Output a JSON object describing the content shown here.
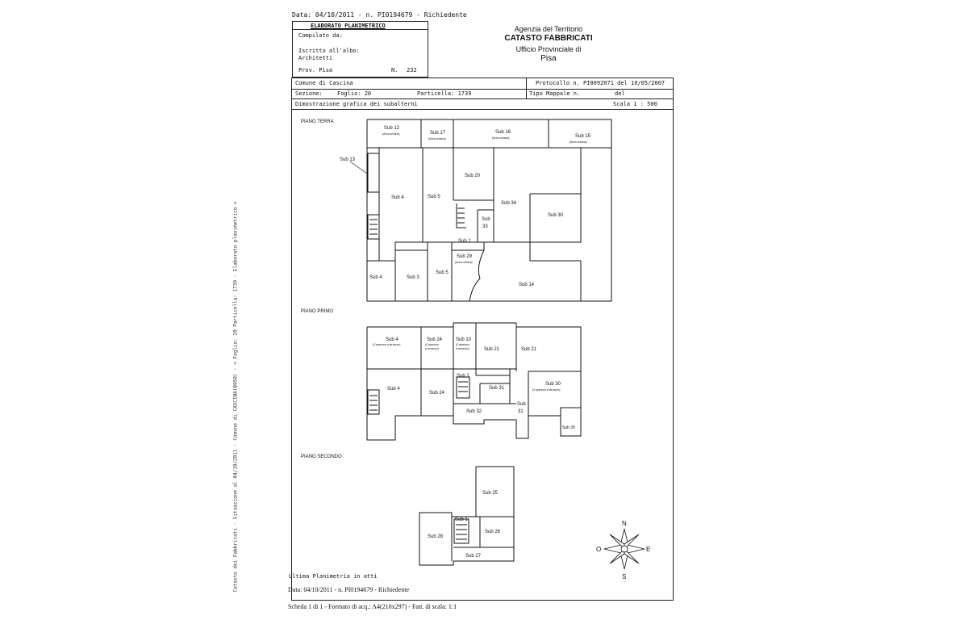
{
  "header": {
    "top_line": "Data: 04/10/2011 -  n. PI0194679 - Richiedente"
  },
  "left_box": {
    "title": "ELABORATO PLANIMETRICO",
    "compiled_by": "Compilato da:",
    "registered": "Iscritto all'albo:",
    "profession": "Architetti",
    "prov": "Prov. Pisa",
    "n_label": "N.",
    "n_value": "232"
  },
  "agency": {
    "line1": "Agenzia del Territorio",
    "line2": "CATASTO FABBRICATI",
    "line3": "Ufficio Provinciale di",
    "line4": "Pisa"
  },
  "info": {
    "comune": "Comune di Cascina",
    "protocollo": "Protocollo n. PI0092071 del 10/05/2007",
    "sezione": "Sezione:",
    "foglio": "Foglio: 20",
    "particella": "Particella: 1739",
    "tipo_mappale": "Tipo Mappale n.",
    "del": "del",
    "dimostrazione": "Dimostrazione grafica dei subalterni",
    "scala": "Scala 1 : 500"
  },
  "floors": {
    "terra": "PIANO TERRA",
    "primo": "PIANO PRIMO",
    "secondo": "PIANO SECONDO"
  },
  "side_text": "Catasto dei Fabbricati - Situazione al 04/10/2011 - Comune di CASCINA(B950) - < Foglio: 20 Particella: 1739 - Elaborato planimetrico >",
  "labels_terra": {
    "sub12": "Sub 12",
    "sub12_note": "(Area urbana)",
    "sub17": "Sub 17",
    "sub17_note": "(Area urbana)",
    "sub16": "Sub 16",
    "sub16_note": "(Area urbana)",
    "sub15": "Sub 15",
    "sub15_note": "(Area urbana)",
    "sub13": "Sub 13",
    "sub4a": "Sub 4",
    "sub5a": "Sub 5",
    "sub20": "Sub 20",
    "sub34": "Sub 34",
    "sub30": "Sub 30",
    "sub33a": "Sub",
    "sub33b": "33",
    "sub1": "Sub 1",
    "sub29": "Sub 29",
    "sub29_note": "(Area urbana)",
    "sub4b": "Sub 4",
    "sub3": "Sub 3",
    "sub5b": "Sub 5",
    "sub14": "Sub 14"
  },
  "labels_primo": {
    "sub4a": "Sub 4",
    "sub4a_note": "(Copertura a terrazzo)",
    "sub24a": "Sub 24",
    "sub24a_note1": "(Copertura",
    "sub24a_note2": "a terrazzo)",
    "sub10": "Sub 10",
    "sub10_note1": "(Copertura",
    "sub10_note2": "a terrazzo)",
    "sub21a": "Sub 21",
    "sub21b": "Sub 21",
    "sub4b": "Sub 4",
    "sub24b": "Sub 24",
    "sub1": "Sub 1",
    "sub31a": "Sub 31",
    "sub30a": "Sub 30",
    "sub30a_note": "(Copertura a terrazzo)",
    "sub32": "Sub 32",
    "sub31b": "Sub",
    "sub31b_n": "31",
    "sub30b": "Sub 30"
  },
  "labels_secondo": {
    "sub25": "Sub 25",
    "sub1": "Sub 1",
    "sub28": "Sub 28",
    "sub26": "Sub 26",
    "sub27": "Sub 27"
  },
  "compass": {
    "n": "N",
    "s": "S",
    "e": "E",
    "o": "O"
  },
  "footer": {
    "ultima": "Ultima Planimetria in atti",
    "data_line": "Data: 04/10/2011 - n. PI0194679 - Richiedente",
    "scheda": "Scheda 1 di 1 - Formato di acq.: A4(210x297) -  Fatt. di scala: 1:1"
  }
}
